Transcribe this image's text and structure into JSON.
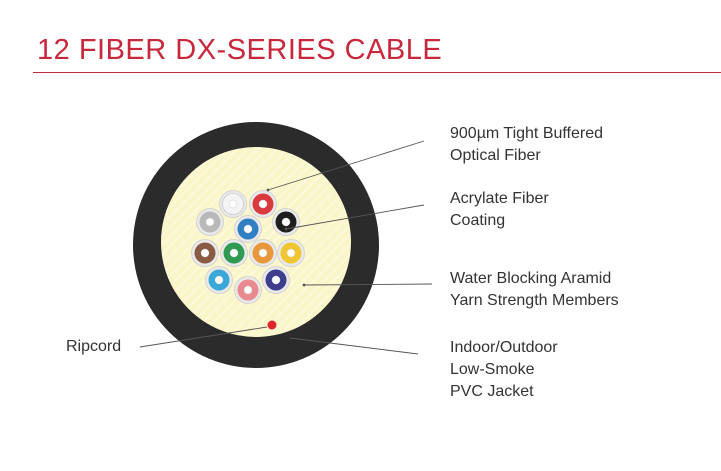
{
  "title": "12 FIBER DX-SERIES CABLE",
  "colors": {
    "accent": "#c8283c",
    "jacket": "#2b2b2b",
    "yarn": "#fbf6c9",
    "ripcord": "#e0262b",
    "leader": "#555555",
    "text": "#333333"
  },
  "labels": {
    "tight_buffered": [
      "900µm Tight Buffered",
      "Optical Fiber"
    ],
    "coating": [
      "Acrylate Fiber",
      "Coating"
    ],
    "aramid": [
      "Water Blocking Aramid",
      "Yarn Strength Members"
    ],
    "jacket": [
      "Indoor/Outdoor",
      "Low-Smoke",
      "PVC Jacket"
    ],
    "ripcord": "Ripcord"
  },
  "fibers": [
    {
      "color_name": "white",
      "color": "#f4f4f4"
    },
    {
      "color_name": "red",
      "color": "#d93a3e"
    },
    {
      "color_name": "slate",
      "color": "#b9b9b9"
    },
    {
      "color_name": "blue",
      "color": "#2f7fc2"
    },
    {
      "color_name": "black",
      "color": "#1e1e1e"
    },
    {
      "color_name": "brown",
      "color": "#8a5a44"
    },
    {
      "color_name": "green",
      "color": "#2e9a52"
    },
    {
      "color_name": "orange",
      "color": "#e9973b"
    },
    {
      "color_name": "yellow",
      "color": "#f0c731"
    },
    {
      "color_name": "aqua",
      "color": "#39a7d8"
    },
    {
      "color_name": "violet",
      "color": "#3d3f8e"
    },
    {
      "color_name": "rose",
      "color": "#e88a8f"
    }
  ]
}
